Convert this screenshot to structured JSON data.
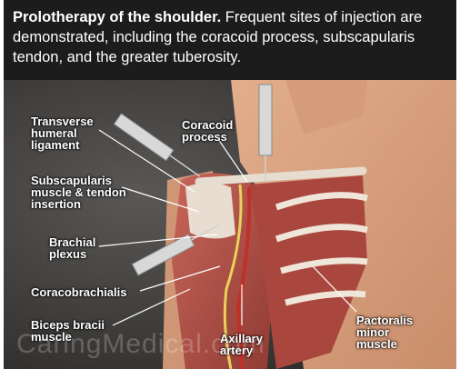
{
  "caption": {
    "title": "Prolotherapy of the shoulder.",
    "text": " Frequent sites of injection are demonstrated, including the coracoid process, subscapularis tendon, and the greater tuberosity."
  },
  "labels": {
    "transverse": "Transverse\nhumeral\nligament",
    "coracoid": "Coracoid\nprocess",
    "subscapularis": "Subscapularis\nmuscle & tendon\ninsertion",
    "brachial": "Brachial\nplexus",
    "coracobrachialis": "Coracobrachialis",
    "biceps": "Biceps bracii\nmuscle",
    "axillary": "Axillary\nartery",
    "pectoralis": "Pactoralis\nminor\nmuscle"
  },
  "watermark": "CaringMedical.com",
  "colors": {
    "caption_bg": "#1c1c1c",
    "muscle": "#b5544a",
    "skin": "#d9a07f"
  }
}
